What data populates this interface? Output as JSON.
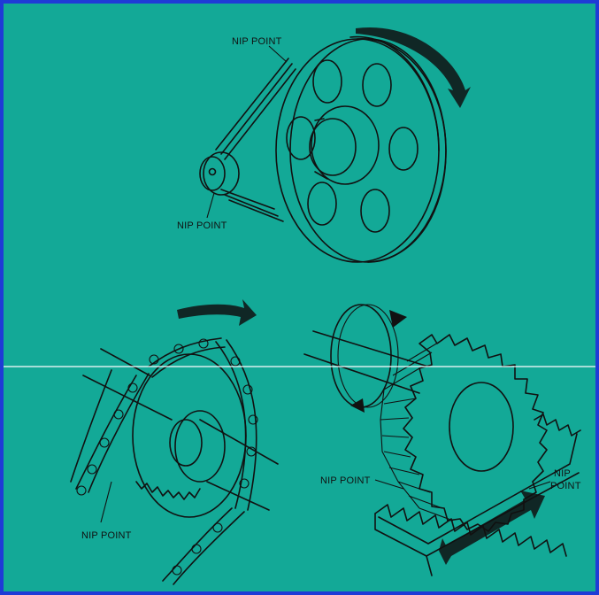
{
  "colors": {
    "background": "#13a997",
    "frame_border": "#1f3bd6",
    "line": "#111111",
    "divider": "#ffffff"
  },
  "labels": {
    "belt_nip_top": "NIP POINT",
    "belt_nip_bottom": "NIP POINT",
    "chain_nip": "NIP POINT",
    "rack_nip_left": "NIP POINT",
    "rack_nip_right_line1": "NIP",
    "rack_nip_right_line2": "POINT"
  },
  "icons": {
    "belt_rotation": "curved-arrow-clockwise",
    "sprocket_rotation": "curved-arrow-clockwise",
    "shaft_rotation": "circular-arrow",
    "rack_motion": "double-headed-arrow"
  }
}
